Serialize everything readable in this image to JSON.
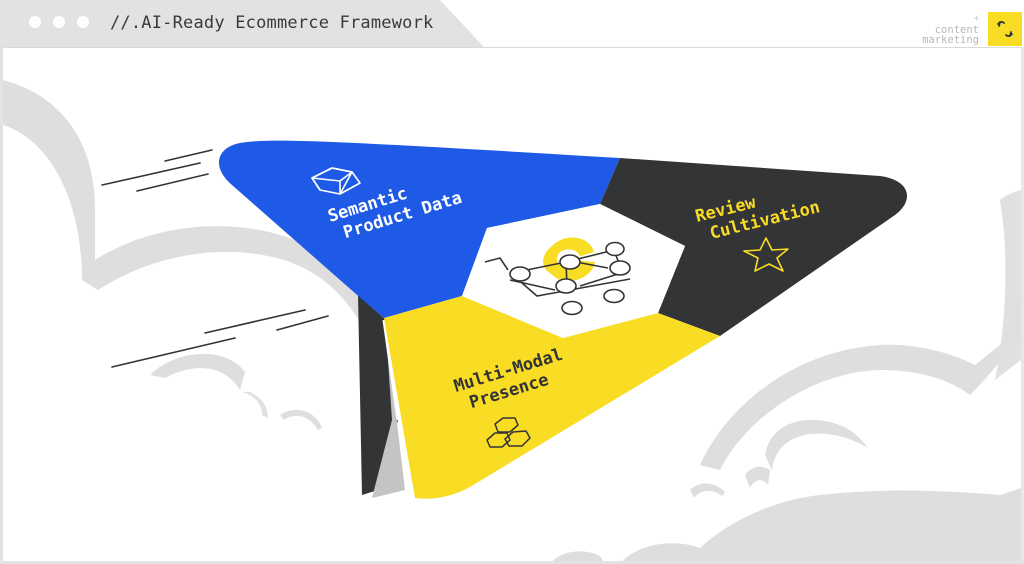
{
  "window": {
    "title": "//.AI-Ready Ecommerce Framework",
    "controls": [
      "dot",
      "dot",
      "dot"
    ]
  },
  "brand": {
    "plus": "+",
    "line1": "content",
    "line2": "marketing",
    "logo_icon": "quote-marks-icon"
  },
  "colors": {
    "blue": "#1f5ae6",
    "dark": "#333436",
    "yellow": "#f9dc24",
    "cloud": "#dedede",
    "titlebar": "#e2e2e2"
  },
  "diagram": {
    "center_icon": "ecommerce-cart-network-icon",
    "segments": [
      {
        "line1": "Semantic",
        "line2": "Product Data",
        "icon": "cube-icon",
        "color": "blue"
      },
      {
        "line1": "Review",
        "line2": "Cultivation",
        "icon": "star-icon",
        "color": "dark"
      },
      {
        "line1": "Multi-Modal",
        "line2": "Presence",
        "icon": "hexagon-cluster-icon",
        "color": "yellow"
      }
    ]
  }
}
